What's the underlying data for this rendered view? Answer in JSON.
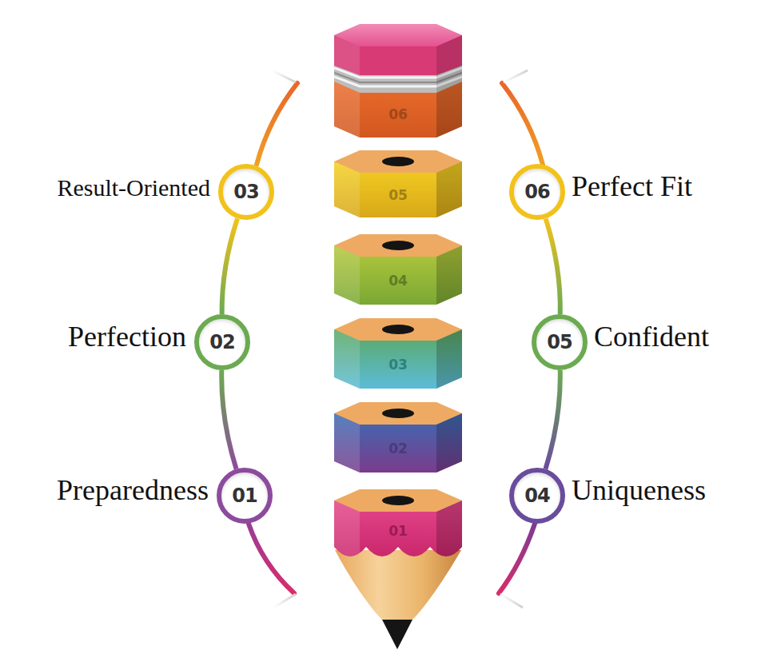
{
  "diagram": {
    "nodes": [
      {
        "text": [
          "01",
          "Preparedness"
        ]
      },
      {
        "text": [
          "02",
          "Perfection"
        ]
      },
      {
        "text": [
          "03",
          "Result-Oriented"
        ]
      },
      {
        "text": [
          "04",
          "Uniqueness"
        ]
      },
      {
        "text": [
          "05",
          "Confident"
        ]
      },
      {
        "text": [
          "06",
          "Perfect Fit"
        ]
      },
      {
        "text": [
          "01"
        ]
      },
      {
        "text": [
          "02"
        ]
      },
      {
        "text": [
          "03"
        ]
      },
      {
        "text": [
          "04"
        ]
      },
      {
        "text": [
          "05"
        ]
      },
      {
        "text": [
          "06"
        ]
      }
    ],
    "edges": [
      {
        "from": 0,
        "to": 1,
        "arrow": "none"
      },
      {
        "from": 1,
        "to": 2,
        "arrow": "none"
      },
      {
        "from": 3,
        "to": 4,
        "arrow": "none"
      },
      {
        "from": 4,
        "to": 5,
        "arrow": "none"
      }
    ]
  }
}
